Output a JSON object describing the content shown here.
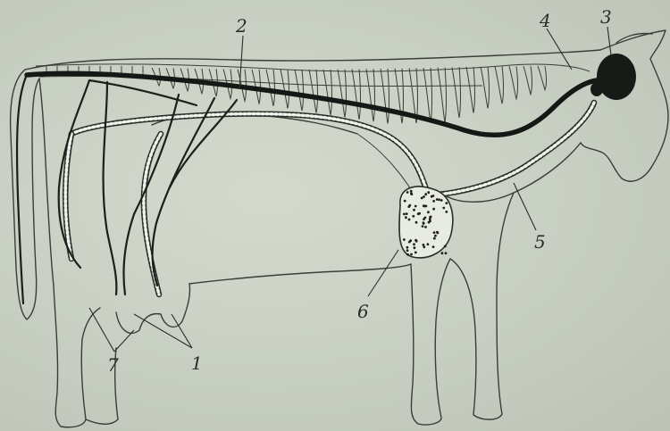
{
  "labels": {
    "l1": "1",
    "l2": "2",
    "l3": "3",
    "l4": "4",
    "l5": "5",
    "l6": "6",
    "l7": "7"
  },
  "colors": {
    "background": "#c9d0c4",
    "ink": "#1d1f1b",
    "highlight": "#eef0ea"
  }
}
